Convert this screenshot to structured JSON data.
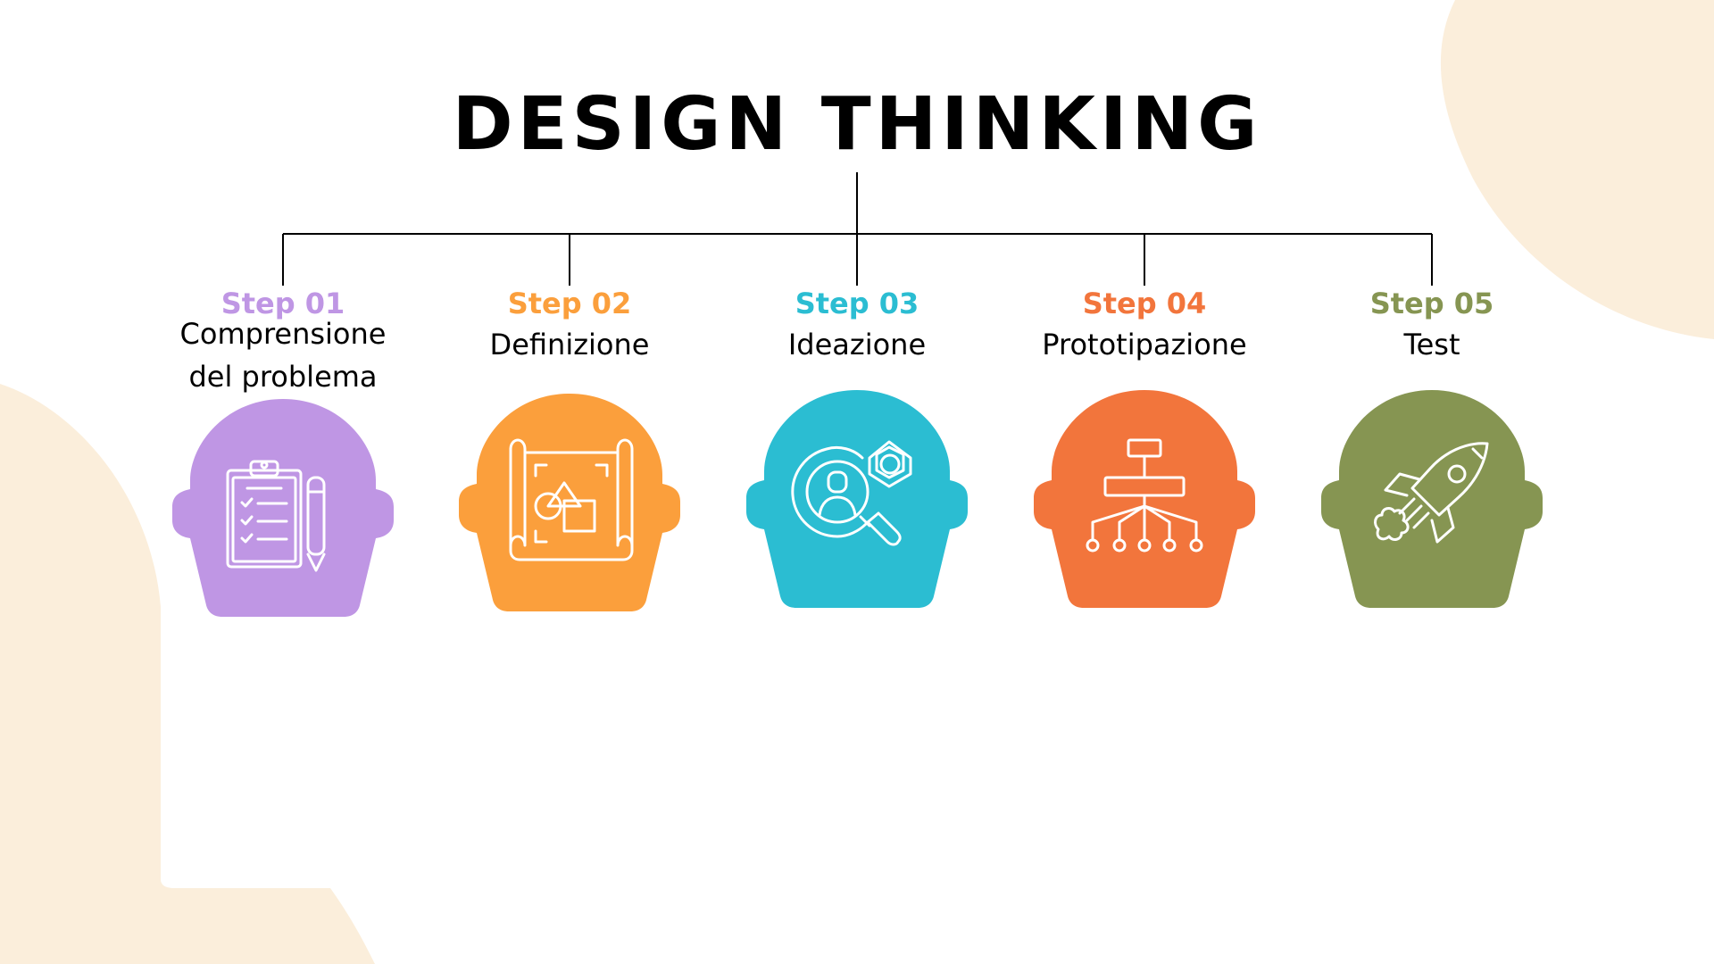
{
  "title": "DESIGN THINKING",
  "colors": {
    "background": "#ffffff",
    "blob": "#fbeedb",
    "line": "#000000",
    "icon_stroke": "#ffffff"
  },
  "steps": [
    {
      "label": "Step 01",
      "name": "Comprensione\ndel problema",
      "color": "#bf96e4",
      "icon": "clipboard-pencil-icon"
    },
    {
      "label": "Step 02",
      "name": "Definizione",
      "color": "#fb9f3c",
      "icon": "blueprint-shapes-icon"
    },
    {
      "label": "Step 03",
      "name": "Ideazione",
      "color": "#2bbdd2",
      "icon": "user-search-gear-icon"
    },
    {
      "label": "Step 04",
      "name": "Prototipazione",
      "color": "#f2753c",
      "icon": "hierarchy-tree-icon"
    },
    {
      "label": "Step 05",
      "name": "Test",
      "color": "#869552",
      "icon": "rocket-launch-icon"
    }
  ]
}
